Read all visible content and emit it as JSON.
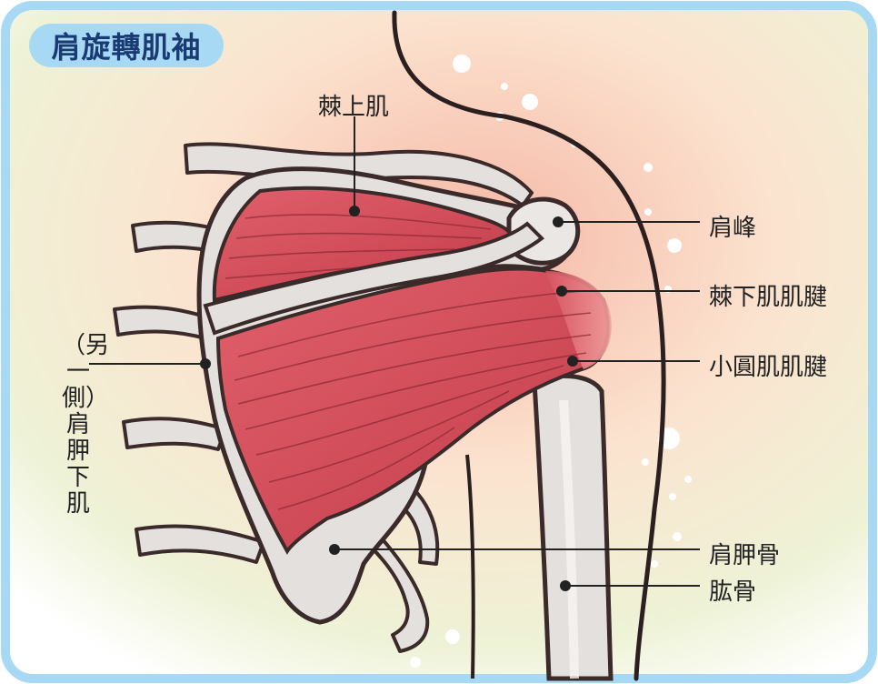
{
  "title": "肩旋轉肌袖",
  "labels": {
    "supraspinatus": "棘上肌",
    "acromion": "肩峰",
    "infraspinatus_tendon": "棘下肌肌腱",
    "teres_minor_tendon": "小圓肌肌腱",
    "subscapularis": "（另一側）肩胛下肌",
    "scapula": "肩胛骨",
    "humerus": "肱骨"
  },
  "colors": {
    "frame": "#a7d9f4",
    "title_text": "#1a3a73",
    "muscle": "#d4505c",
    "bone": "#e4e0dd",
    "outline": "#3a2a2a"
  }
}
